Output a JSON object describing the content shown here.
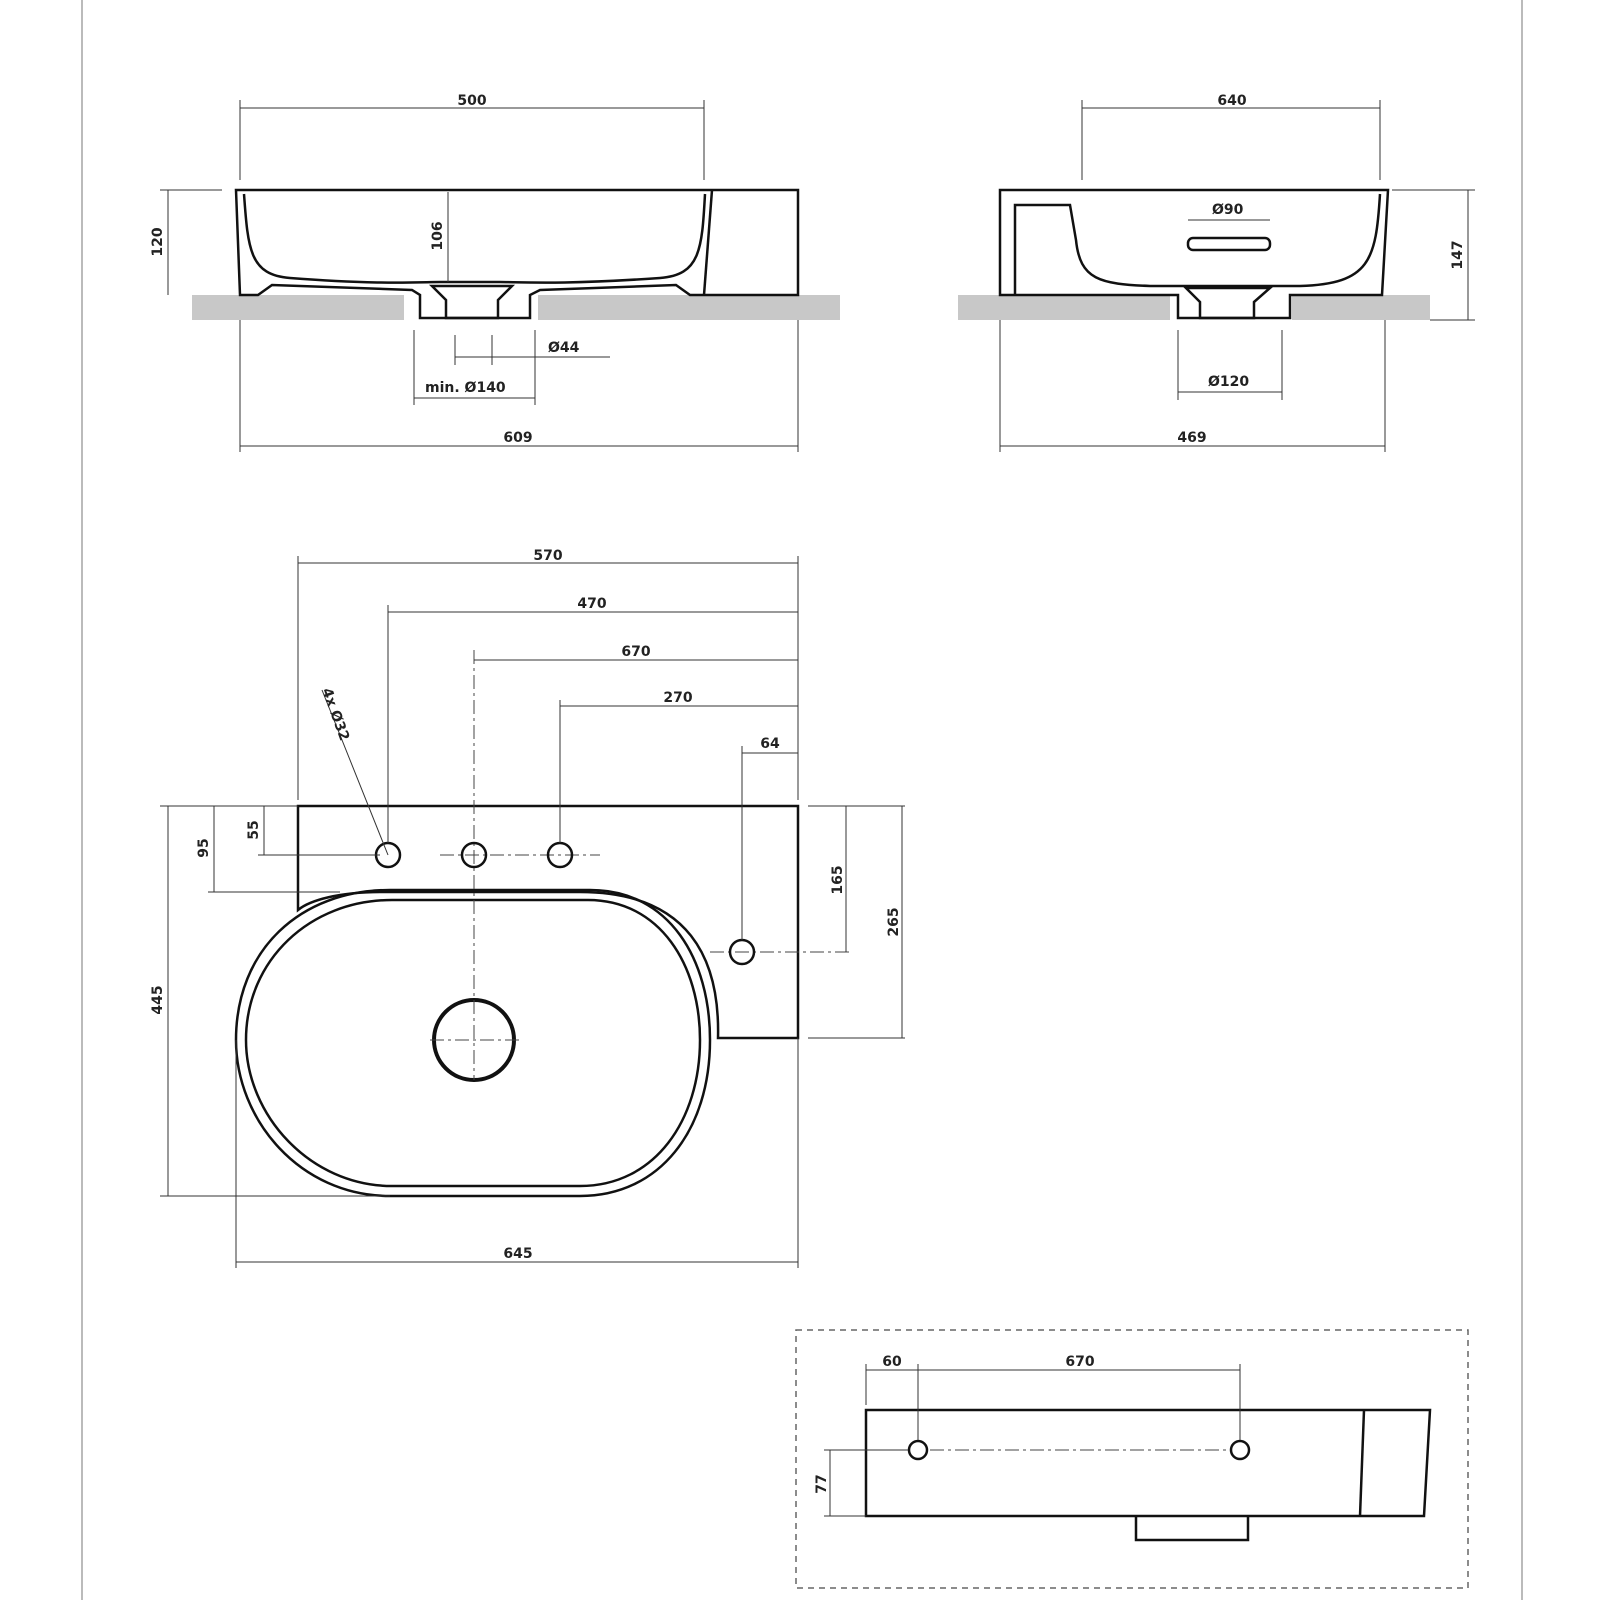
{
  "side_view": {
    "inner_width": "500",
    "height": "120",
    "bowl_depth": "106",
    "waste_diameter": "Ø44",
    "min_cutout": "min. Ø140",
    "total_width": "609"
  },
  "end_view": {
    "inner_width": "640",
    "overflow": "Ø90",
    "height": "147",
    "waste_outer": "Ø120",
    "total_depth": "469"
  },
  "plan_view": {
    "dim_570": "570",
    "dim_470": "470",
    "dim_370": "670",
    "dim_270": "270",
    "dim_64": "64",
    "holes": "4x Ø32",
    "dim_55": "55",
    "dim_95": "95",
    "depth": "445",
    "dim_165": "165",
    "dim_265": "265",
    "total_width": "645"
  },
  "detail_view": {
    "dim_60": "60",
    "dim_370": "670",
    "dim_77": "77"
  }
}
